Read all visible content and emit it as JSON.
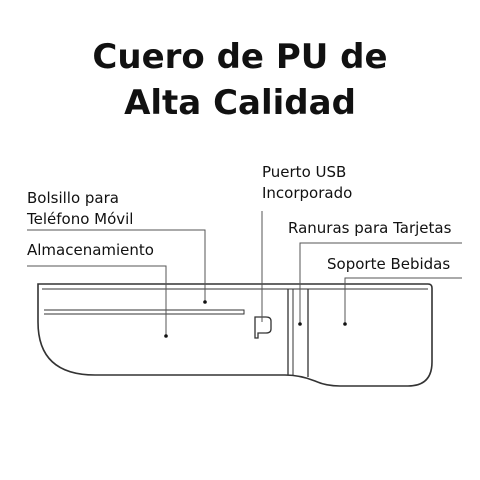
{
  "title": {
    "line1": "Cuero de PU de",
    "line2": "Alta Calidad"
  },
  "labels": {
    "phone_pocket_line1": "Bolsillo para",
    "phone_pocket_line2": "Teléfono Móvil",
    "storage": "Almacenamiento",
    "usb_line1": "Puerto USB",
    "usb_line2": "Incorporado",
    "card_slots": "Ranuras para Tarjetas",
    "cup_holder": "Soporte Bebidas"
  },
  "colors": {
    "ink": "#111111",
    "outline": "#333333",
    "leader": "#555555"
  }
}
